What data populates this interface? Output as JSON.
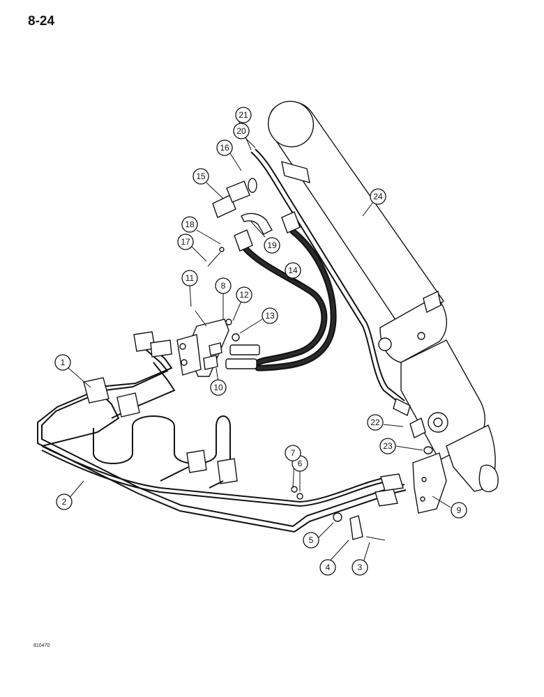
{
  "page": {
    "number": "8-24",
    "figure_code": "810470"
  },
  "callouts": [
    {
      "id": "1",
      "label": "1"
    },
    {
      "id": "2",
      "label": "2"
    },
    {
      "id": "3",
      "label": "3"
    },
    {
      "id": "4",
      "label": "4"
    },
    {
      "id": "5",
      "label": "5"
    },
    {
      "id": "6",
      "label": "6"
    },
    {
      "id": "7",
      "label": "7"
    },
    {
      "id": "8",
      "label": "8"
    },
    {
      "id": "9",
      "label": "9"
    },
    {
      "id": "10",
      "label": "10"
    },
    {
      "id": "11",
      "label": "11"
    },
    {
      "id": "12",
      "label": "12"
    },
    {
      "id": "13",
      "label": "13"
    },
    {
      "id": "14",
      "label": "14"
    },
    {
      "id": "15",
      "label": "15"
    },
    {
      "id": "16",
      "label": "16"
    },
    {
      "id": "17",
      "label": "17"
    },
    {
      "id": "18",
      "label": "18"
    },
    {
      "id": "19",
      "label": "19"
    },
    {
      "id": "20",
      "label": "20"
    },
    {
      "id": "21",
      "label": "21"
    },
    {
      "id": "22",
      "label": "22"
    },
    {
      "id": "23",
      "label": "23"
    },
    {
      "id": "24",
      "label": "24"
    }
  ]
}
